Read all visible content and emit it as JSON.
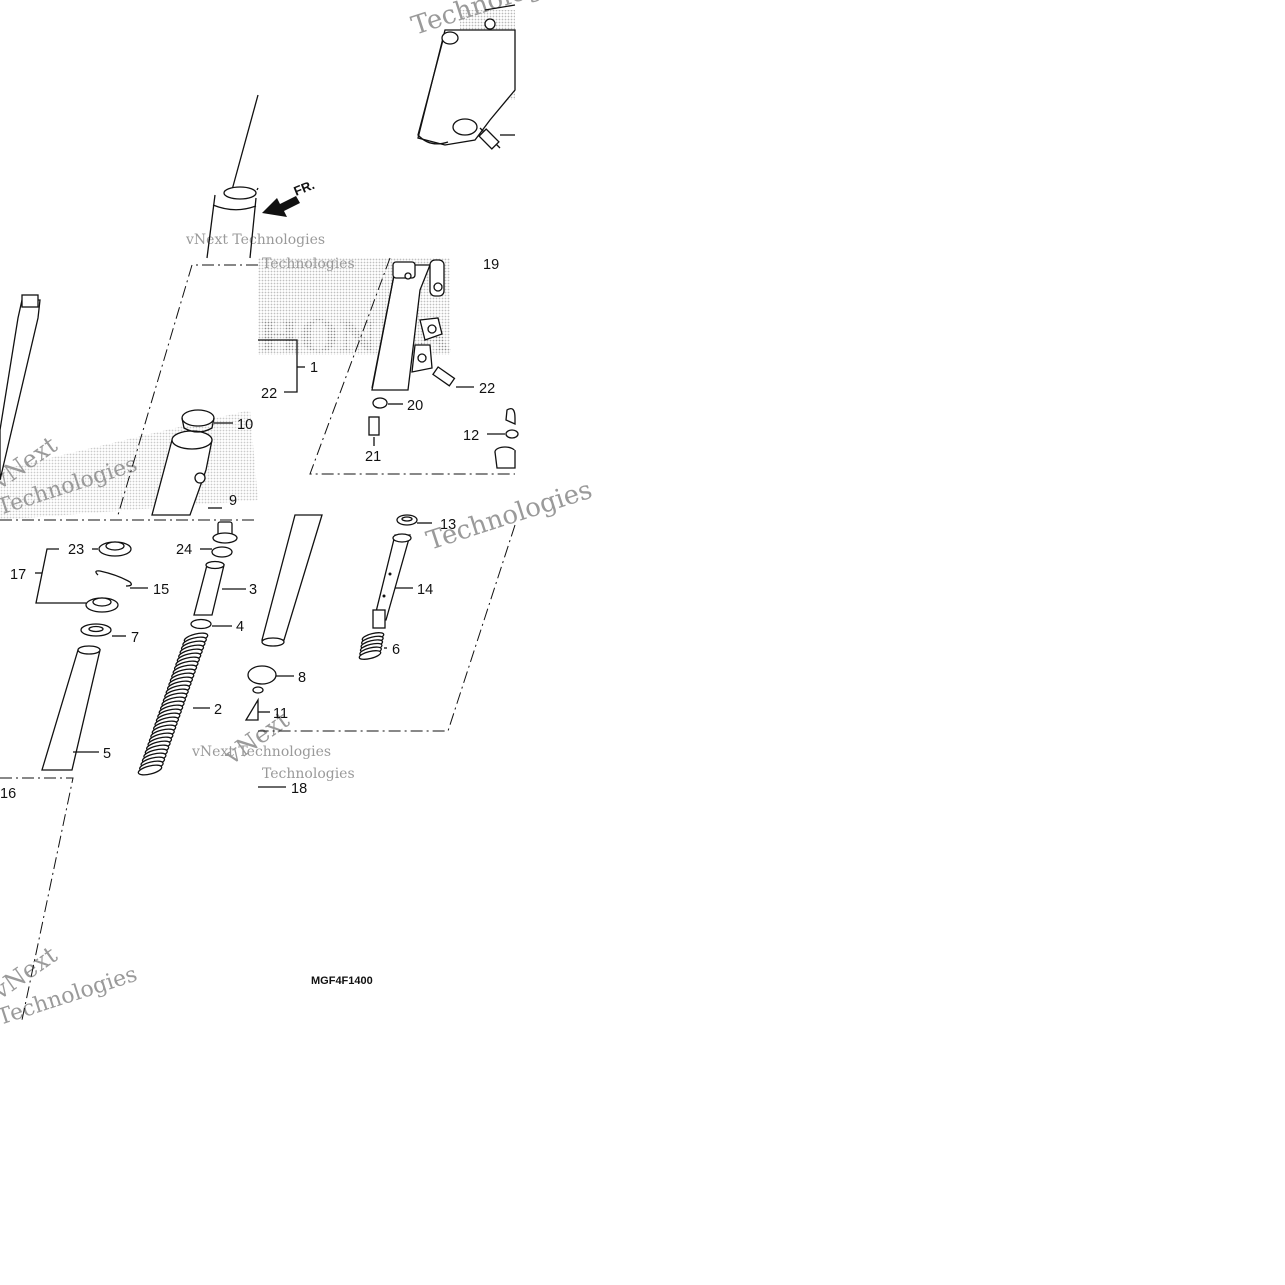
{
  "diagram": {
    "drawing_code": "MGF4F1400",
    "direction_mark": "FR.",
    "watermark": {
      "brand": "vNext Technologies",
      "word_a": "vNext",
      "word_b": "Technologies",
      "logo": "HONDA"
    },
    "callouts": [
      {
        "id": "c1",
        "text": "1"
      },
      {
        "id": "c2",
        "text": "2"
      },
      {
        "id": "c3",
        "text": "3"
      },
      {
        "id": "c4",
        "text": "4"
      },
      {
        "id": "c5",
        "text": "5"
      },
      {
        "id": "c6",
        "text": "6"
      },
      {
        "id": "c7",
        "text": "7"
      },
      {
        "id": "c8",
        "text": "8"
      },
      {
        "id": "c9",
        "text": "9"
      },
      {
        "id": "c10",
        "text": "10"
      },
      {
        "id": "c11",
        "text": "11"
      },
      {
        "id": "c12",
        "text": "12"
      },
      {
        "id": "c13",
        "text": "13"
      },
      {
        "id": "c14",
        "text": "14"
      },
      {
        "id": "c15",
        "text": "15"
      },
      {
        "id": "c16",
        "text": "16"
      },
      {
        "id": "c17",
        "text": "17"
      },
      {
        "id": "c18",
        "text": "18"
      },
      {
        "id": "c19",
        "text": "19"
      },
      {
        "id": "c20",
        "text": "20"
      },
      {
        "id": "c21",
        "text": "21"
      },
      {
        "id": "c22a",
        "text": "22"
      },
      {
        "id": "c22b",
        "text": "22"
      },
      {
        "id": "c23",
        "text": "23"
      },
      {
        "id": "c24",
        "text": "24"
      }
    ]
  }
}
